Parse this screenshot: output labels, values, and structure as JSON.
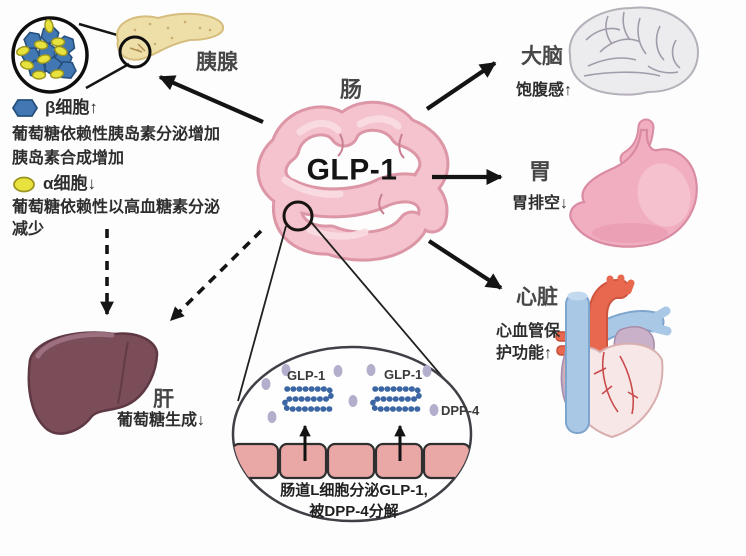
{
  "diagram_title": "GLP-1",
  "intestine": {
    "label": "肠",
    "hormone": "GLP-1"
  },
  "pancreas": {
    "label": "胰腺",
    "beta_cell_line": "β细胞↑",
    "beta_effect_line1": "葡萄糖依赖性胰岛素分泌增加",
    "beta_effect_line2": "胰岛素合成增加",
    "alpha_cell_line": "α细胞↓",
    "alpha_effect_line1": "葡萄糖依赖性以高血糖素分泌",
    "alpha_effect_line2": "减少"
  },
  "brain": {
    "label": "大脑",
    "effect": "饱腹感↑"
  },
  "stomach": {
    "label": "胃",
    "effect": "胃排空↓"
  },
  "heart": {
    "label": "心脏",
    "effect_line1": "心血管保",
    "effect_line2": "护功能↑"
  },
  "liver": {
    "label": "肝",
    "effect": "葡萄糖生成↓"
  },
  "inset": {
    "glp1_label_left": "GLP-1",
    "glp1_label_right": "GLP-1",
    "dpp4_label": "DPP-4",
    "caption_line1": "肠道L细胞分泌GLP-1,",
    "caption_line2": "被DPP-4分解"
  },
  "colors": {
    "beta_cell_blue": "#4177b2",
    "alpha_cell_yellow": "#e8e23e",
    "intestine_pink": "#f4c3cd",
    "pancreas_tan": "#eedfa8",
    "liver_maroon": "#7b4d59",
    "brain_gray": "#ecebee",
    "stomach_pink": "#f1aec1",
    "heart_vessel_blue": "#a9c8e6",
    "heart_aorta_red": "#e7684e",
    "lcell_pink": "#e9a8a6",
    "dpp4_dot_purple": "#b2aecc",
    "glp1_chain_blue": "#3b66a3",
    "arrow_black": "#141414"
  }
}
